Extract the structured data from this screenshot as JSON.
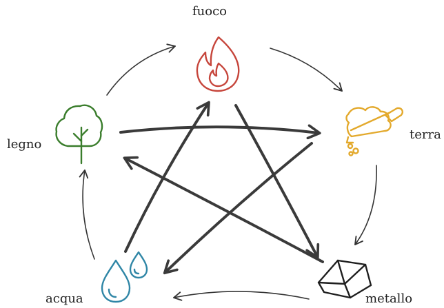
{
  "elements": {
    "fuoco": {
      "label": "fuoco",
      "color": "#c6453b",
      "icon": "fire-icon"
    },
    "terra": {
      "label": "terra",
      "color": "#e3a92c",
      "icon": "soil-shovel-icon"
    },
    "metallo": {
      "label": "metallo",
      "color": "#1f1f1f",
      "icon": "metal-ingot-icon"
    },
    "acqua": {
      "label": "acqua",
      "color": "#2f86a6",
      "icon": "water-drops-icon"
    },
    "legno": {
      "label": "legno",
      "color": "#3a7d2c",
      "icon": "tree-icon"
    }
  },
  "generating_cycle": [
    "legno",
    "fuoco",
    "terra",
    "metallo",
    "acqua"
  ],
  "overcoming_cycle": [
    [
      "legno",
      "terra"
    ],
    [
      "terra",
      "acqua"
    ],
    [
      "acqua",
      "fuoco"
    ],
    [
      "fuoco",
      "metallo"
    ],
    [
      "metallo",
      "legno"
    ]
  ],
  "arrow_colors": {
    "generating": "#333333",
    "overcoming": "#3a3a3a"
  }
}
